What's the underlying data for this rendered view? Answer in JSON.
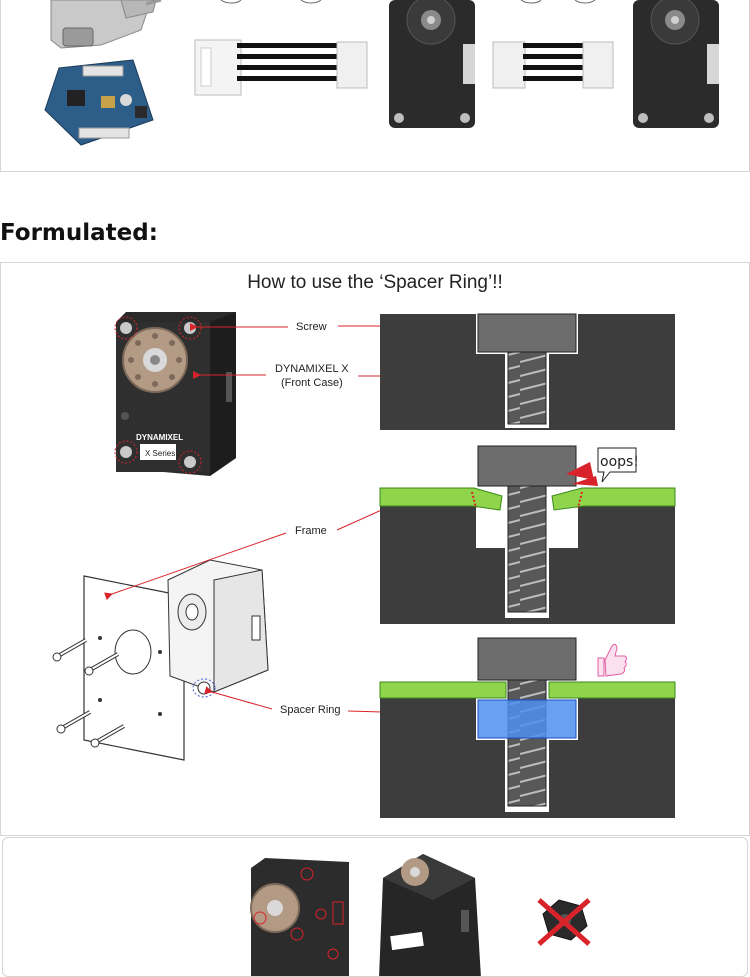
{
  "section_heading": "Formulated:",
  "figure": {
    "title": "How to use the ‘Spacer Ring’!!",
    "labels": {
      "screw": "Screw",
      "dynamixel_line1": "DYNAMIXEL X",
      "dynamixel_line2": "(Front Case)",
      "frame": "Frame",
      "spacer_ring": "Spacer Ring",
      "oops": "oops!",
      "brand": "DYNAMIXEL",
      "series": "X Series"
    }
  },
  "colors": {
    "arrow": "#d8232a",
    "frame_green": "#8fd44a",
    "spacer_blue": "#4f8ff0",
    "case_dark": "#3d3d3d",
    "screw_gray": "#6d6d6d"
  },
  "icons": [
    "usb-adapter-icon",
    "controller-board-icon",
    "cable-icon",
    "servo-icon",
    "thumbs-up-icon",
    "no-nut-icon"
  ]
}
